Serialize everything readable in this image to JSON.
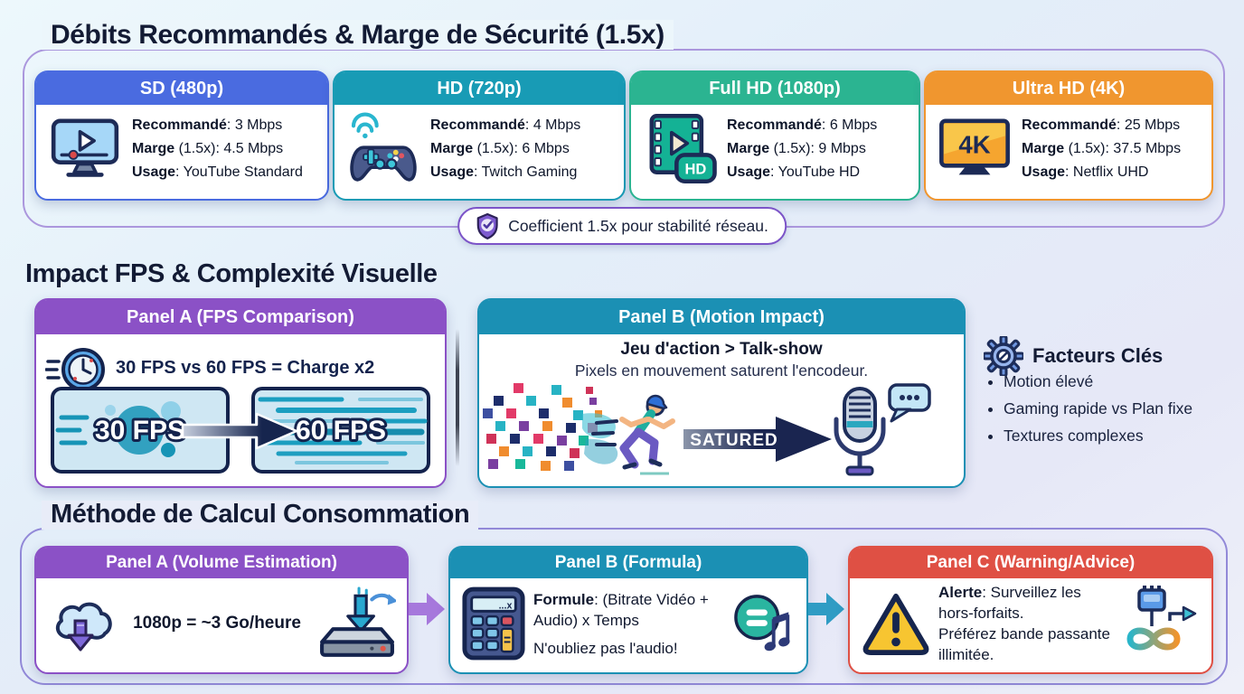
{
  "sections": {
    "bitrates": {
      "title": "Débits Recommandés & Marge de Sécurité (1.5x)",
      "badge": {
        "icon": "shield-check-icon",
        "text": "Coefficient 1.5x pour stabilité réseau."
      },
      "cards": [
        {
          "title": "SD (480p)",
          "accent": "#4a6be0",
          "icon": "monitor-play-icon",
          "lines": [
            {
              "label": "Recommandé",
              "rest": ": 3 Mbps"
            },
            {
              "label": "Marge",
              "rest": " (1.5x): 4.5 Mbps"
            },
            {
              "label": "Usage",
              "rest": ": YouTube Standard"
            }
          ]
        },
        {
          "title": "HD (720p)",
          "accent": "#189bb5",
          "icon": "gamepad-wifi-icon",
          "lines": [
            {
              "label": "Recommandé",
              "rest": ": 4 Mbps"
            },
            {
              "label": "Marge",
              "rest": " (1.5x): 6 Mbps"
            },
            {
              "label": "Usage",
              "rest": ": Twitch Gaming"
            }
          ]
        },
        {
          "title": "Full HD (1080p)",
          "accent": "#2bb491",
          "icon": "film-hd-icon",
          "icon_label": "HD",
          "lines": [
            {
              "label": "Recommandé",
              "rest": ": 6 Mbps"
            },
            {
              "label": "Marge",
              "rest": " (1.5x): 9 Mbps"
            },
            {
              "label": "Usage",
              "rest": ": YouTube HD"
            }
          ]
        },
        {
          "title": "Ultra HD (4K)",
          "accent": "#f0962f",
          "icon": "tv-4k-icon",
          "icon_label": "4K",
          "lines": [
            {
              "label": "Recommandé",
              "rest": ": 25 Mbps"
            },
            {
              "label": "Marge",
              "rest": " (1.5x): 37.5 Mbps"
            },
            {
              "label": "Usage",
              "rest": ": Netflix UHD"
            }
          ]
        }
      ]
    },
    "fps": {
      "title": "Impact FPS & Complexité Visuelle",
      "panel_a": {
        "title": "Panel A (FPS Comparison)",
        "accent": "#8b51c6",
        "icon": "speed-clock-icon",
        "comparison": "30 FPS vs 60 FPS = Charge x2",
        "fps_left": "30 FPS",
        "fps_right": "60 FPS"
      },
      "panel_b": {
        "title": "Panel B (Motion Impact)",
        "accent": "#1b90b4",
        "headline": "Jeu d'action > Talk-show",
        "subline": "Pixels en mouvement saturent l'encodeur.",
        "arrow_label": "SATURED",
        "icons": [
          "pixel-runner-icon",
          "microphone-chat-icon"
        ]
      },
      "key_factors": {
        "icon": "gear-icon",
        "title": "Facteurs Clés",
        "items": [
          "Motion élevé",
          "Gaming rapide vs Plan fixe",
          "Textures complexes"
        ]
      }
    },
    "calc": {
      "title": "Méthode de Calcul Consommation",
      "panel_a": {
        "title": "Panel A (Volume Estimation)",
        "accent": "#8b51c6",
        "icons": [
          "cloud-download-icon",
          "hard-drive-icon"
        ],
        "volume_text": "1080p = ~3 Go/heure"
      },
      "flow_arrow_1_color": "#a678dc",
      "panel_b": {
        "title": "Panel B (Formula)",
        "accent": "#1b90b4",
        "icon": "calculator-icon",
        "display_text": "...x",
        "formula_label": "Formule",
        "formula_rest": ": (Bitrate Vidéo + Audio) x Temps",
        "note": "N'oubliez pas l'audio!",
        "icon_right": "audio-note-icon"
      },
      "flow_arrow_2_color": "#2f9cc4",
      "panel_c": {
        "title": "Panel C (Warning/Advice)",
        "accent": "#df5044",
        "icon": "warning-triangle-icon",
        "alert_label": "Alerte",
        "alert_rest": ": Surveillez les hors-forfaits.",
        "advice": "Préférez bande passante illimitée.",
        "icon_right": "infinity-bandwidth-icon"
      }
    }
  }
}
